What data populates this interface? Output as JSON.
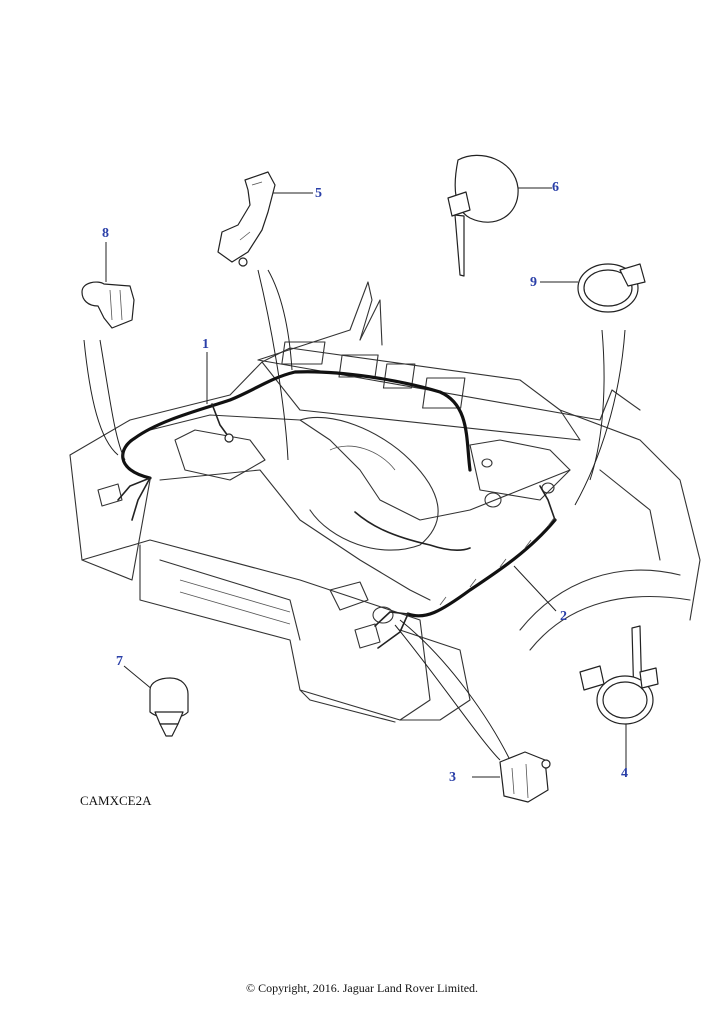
{
  "diagram": {
    "callouts": [
      {
        "id": "1",
        "label": "1"
      },
      {
        "id": "2",
        "label": "2"
      },
      {
        "id": "3",
        "label": "3"
      },
      {
        "id": "4",
        "label": "4"
      },
      {
        "id": "5",
        "label": "5"
      },
      {
        "id": "6",
        "label": "6"
      },
      {
        "id": "7",
        "label": "7"
      },
      {
        "id": "8",
        "label": "8"
      },
      {
        "id": "9",
        "label": "9"
      }
    ],
    "diagram_code": "CAMXCE2A",
    "copyright": "© Copyright, 2016. Jaguar Land Rover Limited.",
    "colors": {
      "callout": "#2a3fa8",
      "line": "#333333",
      "harness": "#111111"
    }
  }
}
